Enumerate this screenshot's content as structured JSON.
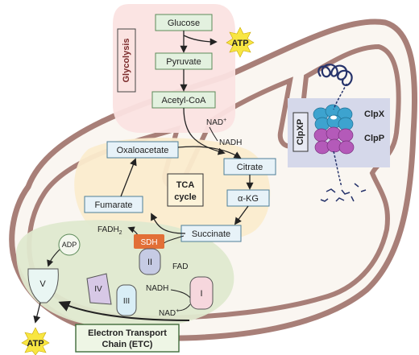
{
  "glycolysis": {
    "label": "Glycolysis",
    "glucose": "Glucose",
    "pyruvate": "Pyruvate",
    "acetyl_coa": "Acetyl-CoA",
    "atp": "ATP"
  },
  "tca": {
    "label_line1": "TCA",
    "label_line2": "cycle",
    "oxaloacetate": "Oxaloacetate",
    "citrate": "Citrate",
    "akg": "α-KG",
    "succinate": "Succinate",
    "fumarate": "Fumarate",
    "nad_plus": "NAD",
    "nad_plus_sup": "+",
    "nadh": "NADH"
  },
  "clpxp": {
    "label": "ClpXP",
    "clpx": "ClpX",
    "clpp": "ClpP"
  },
  "etc": {
    "fadh2_main": "FADH",
    "fadh2_sub": "2",
    "fad": "FAD",
    "sdh": "SDH",
    "complex_1": "I",
    "complex_2": "II",
    "complex_3": "III",
    "complex_4": "IV",
    "complex_5": "V",
    "adp": "ADP",
    "nadh": "NADH",
    "nad_plus": "NAD",
    "nad_plus_sup": "+",
    "atp": "ATP",
    "label_line1": "Electron Transport",
    "label_line2": "Chain (ETC)"
  },
  "colors": {
    "membrane": "#a87f78",
    "matrix": "#faf6f1",
    "glycolysis_bg": "#fbe3e1",
    "tca_bg": "#fbeccd",
    "etc_bg": "#dfe9cf",
    "etc_box": "#eef6e5",
    "tca_box": "#fdf3d9",
    "green_box": "#e3f1df",
    "blue_box": "#e7f2f8",
    "atp_star": "#f8e642",
    "clpx": "#3da3cf",
    "clpp": "#b45ab9",
    "clpxp_bg": "#d5d8ea",
    "sdh": "#e26f37"
  }
}
